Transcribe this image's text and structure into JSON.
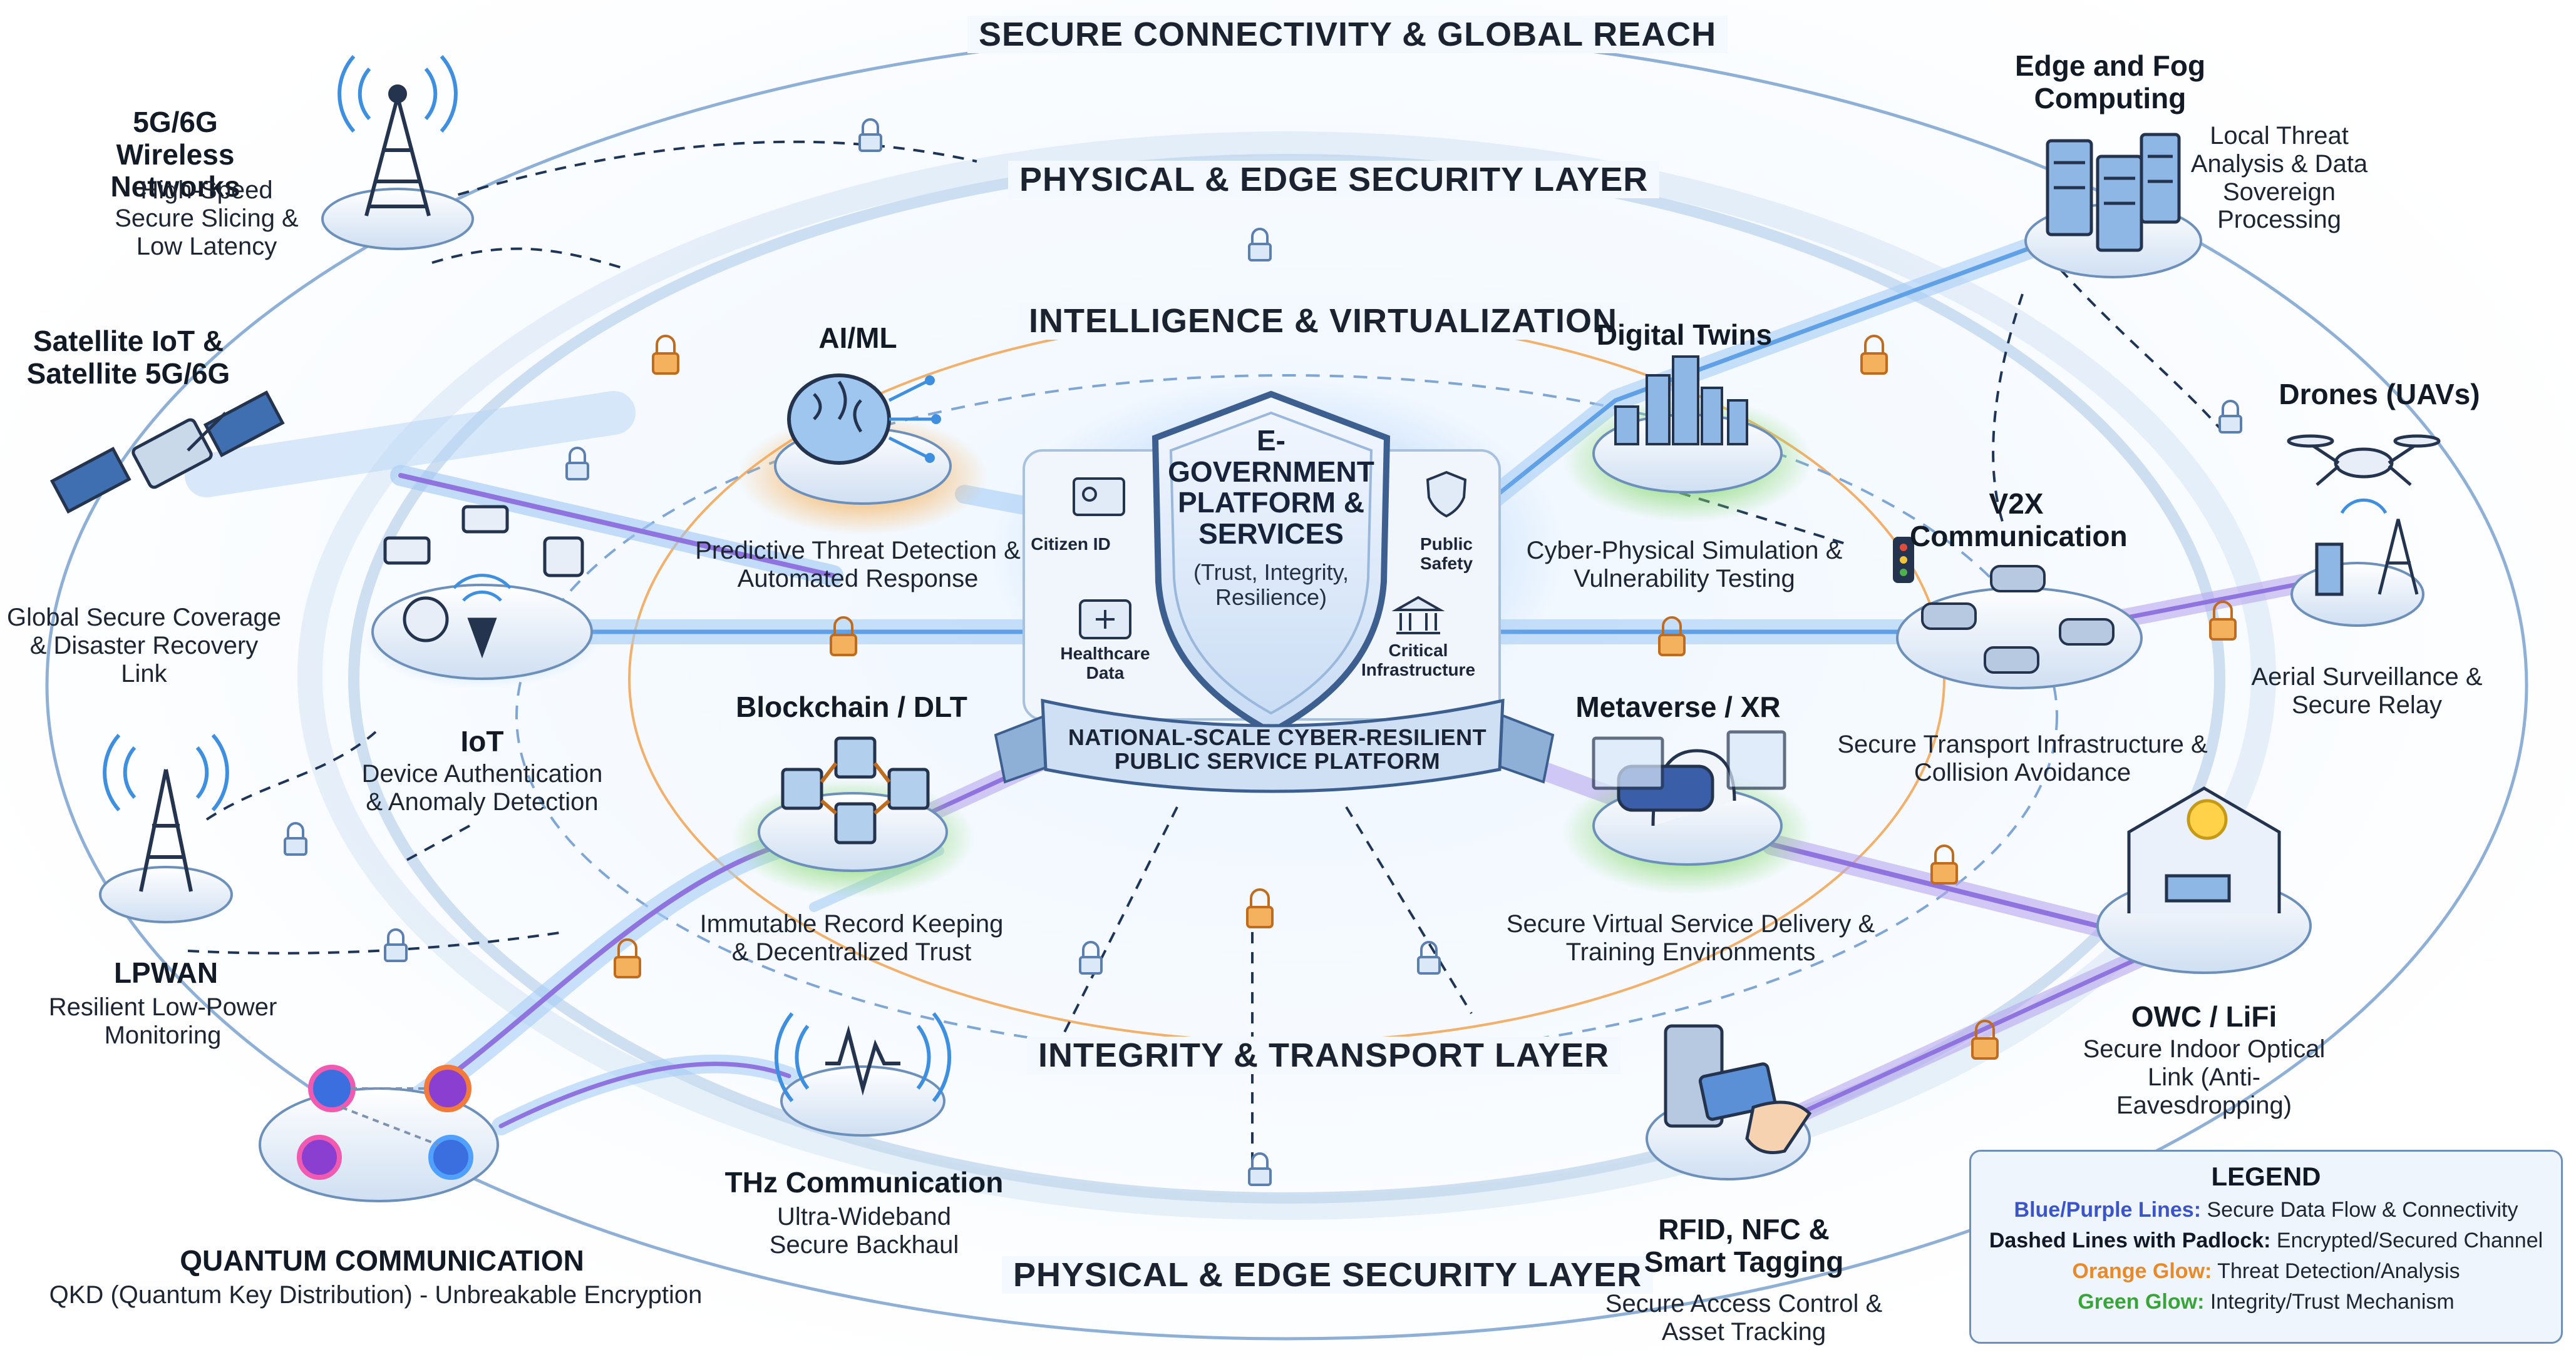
{
  "layers": {
    "outer": "SECURE CONNECTIVITY & GLOBAL REACH",
    "physical_top": "PHYSICAL & EDGE SECURITY LAYER",
    "intelligence": "INTELLIGENCE & VIRTUALIZATION",
    "integrity": "INTEGRITY & TRANSPORT LAYER",
    "physical_bottom": "PHYSICAL & EDGE SECURITY LAYER"
  },
  "center": {
    "title": "E-GOVERNMENT PLATFORM & SERVICES",
    "subtitle": "(Trust, Integrity, Resilience)",
    "banner": "NATIONAL-SCALE CYBER-RESILIENT PUBLIC SERVICE PLATFORM",
    "side_items": {
      "citizen_id": "Citizen ID",
      "healthcare": "Healthcare Data",
      "public_safety": "Public Safety",
      "critical": "Critical Infrastructure"
    }
  },
  "nodes": {
    "wireless": {
      "name": "5G/6G Wireless Networks",
      "desc": "High-Speed Secure Slicing & Low Latency"
    },
    "satellite": {
      "name": "Satellite IoT & Satellite 5G/6G",
      "desc": "Global Secure Coverage & Disaster Recovery Link"
    },
    "iot": {
      "name": "IoT",
      "desc": "Device Authentication & Anomaly Detection"
    },
    "lpwan": {
      "name": "LPWAN",
      "desc": "Resilient Low-Power Monitoring"
    },
    "quantum": {
      "name": "QUANTUM COMMUNICATION",
      "desc": "QKD (Quantum Key Distribution) - Unbreakable Encryption"
    },
    "thz": {
      "name": "THz Communication",
      "desc": "Ultra-Wideband Secure Backhaul"
    },
    "aiml": {
      "name": "AI/ML",
      "desc": "Predictive Threat Detection & Automated Response"
    },
    "blockchain": {
      "name": "Blockchain / DLT",
      "desc": "Immutable Record Keeping & Decentralized Trust"
    },
    "digital_twins": {
      "name": "Digital Twins",
      "desc": "Cyber-Physical Simulation & Vulnerability Testing"
    },
    "metaverse": {
      "name": "Metaverse / XR",
      "desc": "Secure Virtual Service Delivery & Training Environments"
    },
    "edge_fog": {
      "name": "Edge and Fog Computing",
      "desc": "Local Threat Analysis & Data Sovereign Processing"
    },
    "drones": {
      "name": "Drones (UAVs)",
      "desc": "Aerial Surveillance & Secure Relay"
    },
    "v2x": {
      "name": "V2X Communication",
      "desc": "Secure Transport Infrastructure & Collision Avoidance"
    },
    "owc": {
      "name": "OWC / LiFi",
      "desc": "Secure Indoor Optical Link (Anti-Eavesdropping)"
    },
    "rfid": {
      "name": "RFID, NFC & Smart Tagging",
      "desc": "Secure Access Control & Asset Tracking"
    }
  },
  "legend": {
    "title": "LEGEND",
    "items": [
      {
        "key": "Blue/Purple Lines:",
        "text": " Secure Data Flow & Connectivity",
        "color": "#3b55c9"
      },
      {
        "key": "Dashed Lines with Padlock:",
        "text": " Encrypted/Secured Channel",
        "color": "#111827"
      },
      {
        "key": "Orange Glow:",
        "text": " Threat Detection/Analysis",
        "color": "#e8892a"
      },
      {
        "key": "Green Glow:",
        "text": " Integrity/Trust Mechanism",
        "color": "#3aa33a"
      }
    ]
  },
  "colors": {
    "flow_blue": "#7fb6ee",
    "flow_purple": "#9a7be0",
    "orange_glow": "#f2a44a",
    "green_glow": "#7fd36a",
    "padlock_blue": "#5b7fae",
    "padlock_orange": "#e8943a"
  }
}
